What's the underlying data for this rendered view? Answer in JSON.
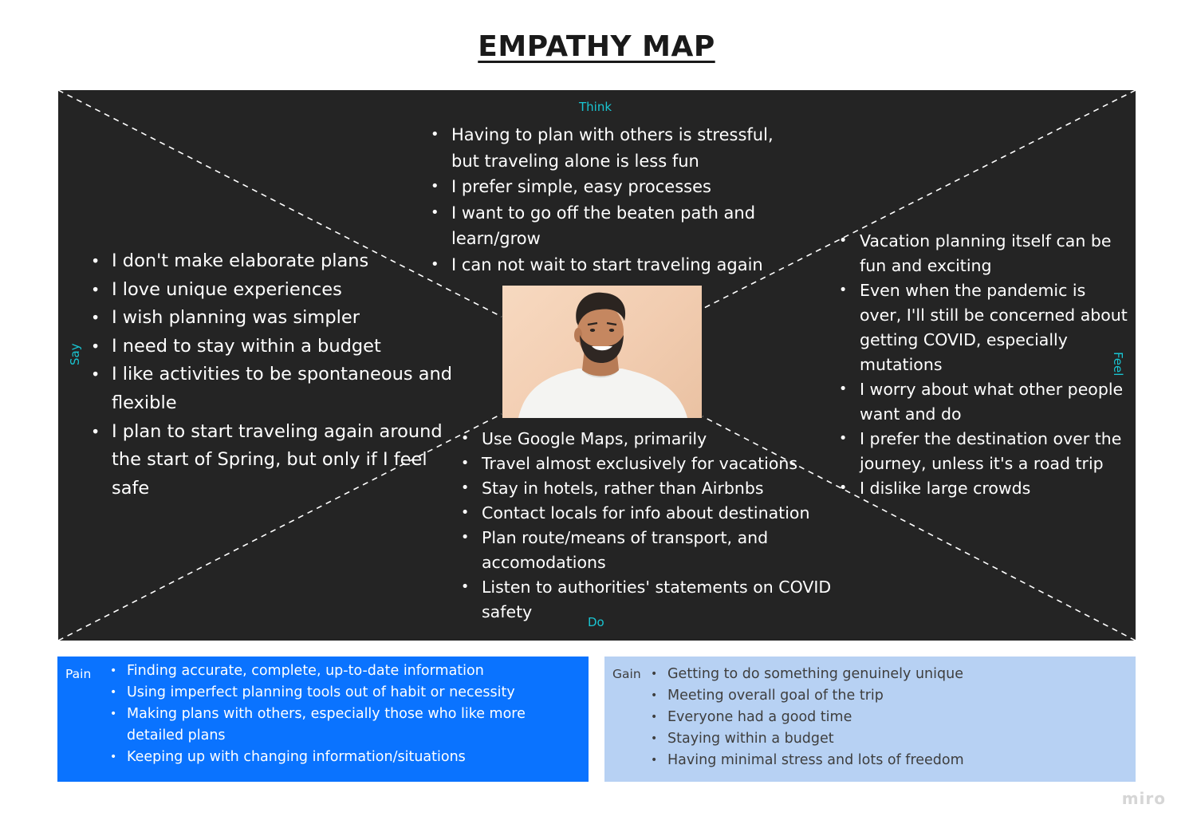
{
  "title": "EMPATHY MAP",
  "quadrants": {
    "think": {
      "label": "Think",
      "items": [
        "Having to plan with others is stressful, but traveling alone is less fun",
        "I prefer simple, easy processes",
        "I want to go off the beaten path and learn/grow",
        "I can not wait to start traveling again"
      ]
    },
    "say": {
      "label": "Say",
      "items": [
        "I don't make elaborate plans",
        "I love unique experiences",
        "I wish planning was simpler",
        "I need to stay within a budget",
        "I like activities to be spontaneous and flexible",
        "I plan to start traveling again around the start of Spring, but only if I feel safe"
      ]
    },
    "do": {
      "label": "Do",
      "items": [
        "Use Google Maps, primarily",
        "Travel almost exclusively for vacations",
        "Stay in hotels, rather than Airbnbs",
        "Contact locals for info about destination",
        "Plan route/means of transport, and accomodations",
        "Listen to authorities' statements on COVID safety"
      ]
    },
    "feel": {
      "label": "Feel",
      "items": [
        "Vacation planning itself can be fun and exciting",
        "Even when the pandemic is over, I'll still be concerned about getting COVID, especially mutations",
        "I worry about what other people want and do",
        "I prefer the destination over the journey, unless it's a road trip",
        "I dislike large crowds"
      ]
    }
  },
  "pain": {
    "label": "Pain",
    "items": [
      "Finding accurate, complete, up-to-date information",
      "Using imperfect planning tools out of habit or necessity",
      "Making plans with others, especially those who like more detailed plans",
      "Keeping up with changing information/situations"
    ]
  },
  "gain": {
    "label": "Gain",
    "items": [
      "Getting to do something genuinely unique",
      "Meeting overall goal of the trip",
      "Everyone had a good time",
      "Staying within a budget",
      "Having minimal stress and lots of freedom"
    ]
  },
  "brand": "miro",
  "colors": {
    "board": "#242424",
    "quadrant_label": "#19c5d2",
    "pain_bg": "#0a73ff",
    "gain_bg": "#b7d1f3"
  }
}
